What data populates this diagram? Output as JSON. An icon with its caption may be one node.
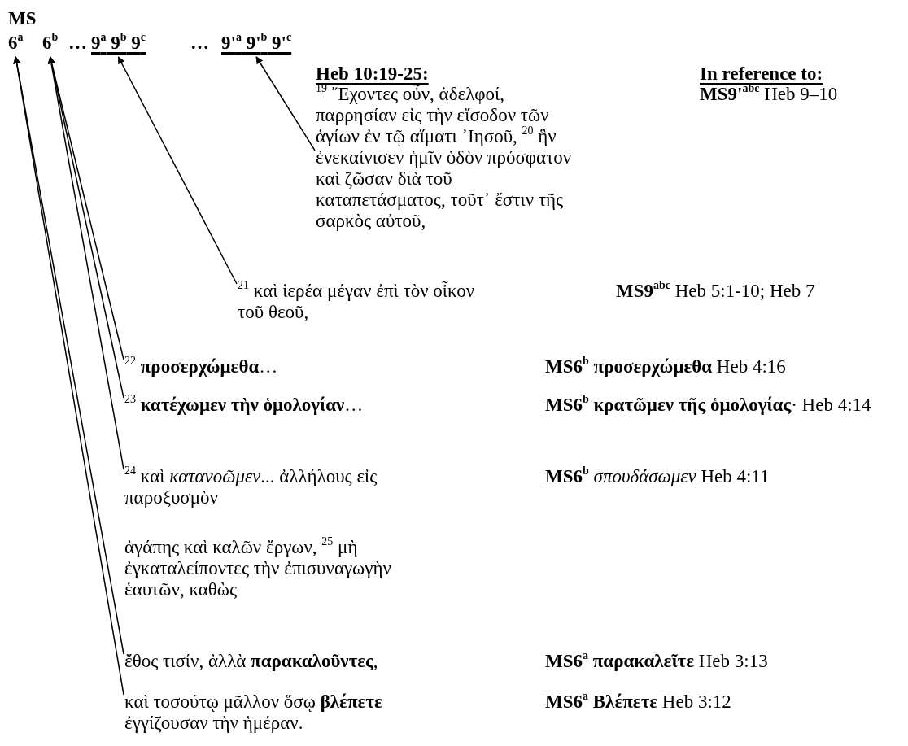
{
  "diagram": {
    "nodes": [
      {
        "text": [
          "6$^{a}$"
        ]
      },
      {
        "text": [
          "6$^{b}$"
        ]
      },
      {
        "text": [
          "9$^{a}$ 9$^{b}$ 9$^{c}$"
        ]
      },
      {
        "text": [
          "9'$^{a}$ 9'$^{b}$ 9'$^{c}$"
        ]
      },
      {
        "text": [
          "$^{19}$ ῎Εχοντες οὖν, ἀδελφοί, παρρησίαν εἰς τὴν εἴσοδον τῶν ἁγίων ἐν τῷ αἵματι ᾿Ιησοῦ, $^{20}$ ἣν ἐνεκαίνισεν ἡμῖν ὁδὸν πρόσφατον καὶ ζῶσαν διὰ τοῦ καταπετάσματος, τοῦτ᾿ ἔστιν τῆς σαρκὸς αὐτοῦ,"
        ]
      },
      {
        "text": [
          "$^{21}$ καὶ ἱερέα μέγαν ἐπὶ τὸν οἶκον τοῦ θεοῦ,"
        ]
      },
      {
        "text": [
          "$^{22}$ **προσερχώμεθα**…"
        ]
      },
      {
        "text": [
          "$^{23}$ **κατέχωμεν τὴν ὁμολογίαν**…"
        ]
      },
      {
        "text": [
          "$^{24}$ καὶ *κατανοῶμεν*... ἀλλήλους εἰς παροξυσμὸν"
        ]
      },
      {
        "text": [
          "ἔθος τισίν, ἀλλὰ **παρακαλοῦντες**,"
        ]
      },
      {
        "text": [
          "καὶ τοσούτῳ μᾶλλον ὅσῳ **βλέπετε** ἐγγίζουσαν τὴν ἡμέραν."
        ]
      }
    ],
    "edges": [
      {
        "from": 4,
        "to": 3,
        "arrow": "to"
      },
      {
        "from": 5,
        "to": 2,
        "arrow": "to"
      },
      {
        "from": 6,
        "to": 1,
        "arrow": "to"
      },
      {
        "from": 7,
        "to": 1,
        "arrow": "to"
      },
      {
        "from": 8,
        "to": 1,
        "arrow": "to"
      },
      {
        "from": 9,
        "to": 0,
        "arrow": "to"
      },
      {
        "from": 10,
        "to": 0,
        "arrow": "to"
      }
    ],
    "labels": [
      "MS",
      "…",
      "…",
      "Heb 10:19-25:",
      "In reference to:",
      "**MS9'$^{abc}$** Heb 9–10",
      "**MS9$^{abc}$** Heb 5:1-10; Heb 7",
      "**MS6$^{b}$ προσερχώμεθα** Heb 4:16",
      "**MS6$^{b}$ κρατῶμεν τῆς ὁμολογίας**· Heb 4:14",
      "**MS6$^{b}$** *σπουδάσωμεν* Heb 4:11",
      "ἀγάπης καὶ καλῶν ἔργων, $^{25}$ μὴ ἐγκαταλείποντες τὴν ἐπισυναγωγὴν ἑαυτῶν, καθὼς",
      "**MS6$^{a}$ παρακαλεῖτε** Heb 3:13",
      "**MS6$^{a}$ Βλέπετε** Heb 3:12"
    ]
  }
}
